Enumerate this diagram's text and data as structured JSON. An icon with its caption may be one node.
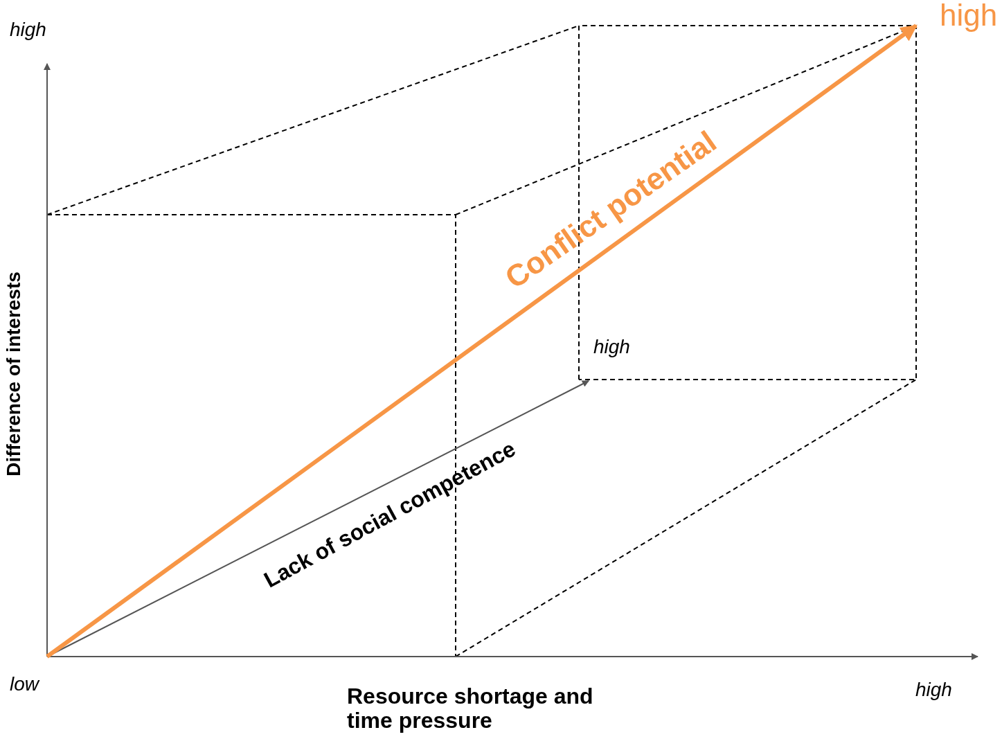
{
  "diagram": {
    "labels": [
      "high",
      "high",
      "Difference of interests",
      "Conflict potential",
      "high",
      "Lack of social competence",
      "low",
      "Resource shortage and time pressure",
      "high"
    ]
  }
}
